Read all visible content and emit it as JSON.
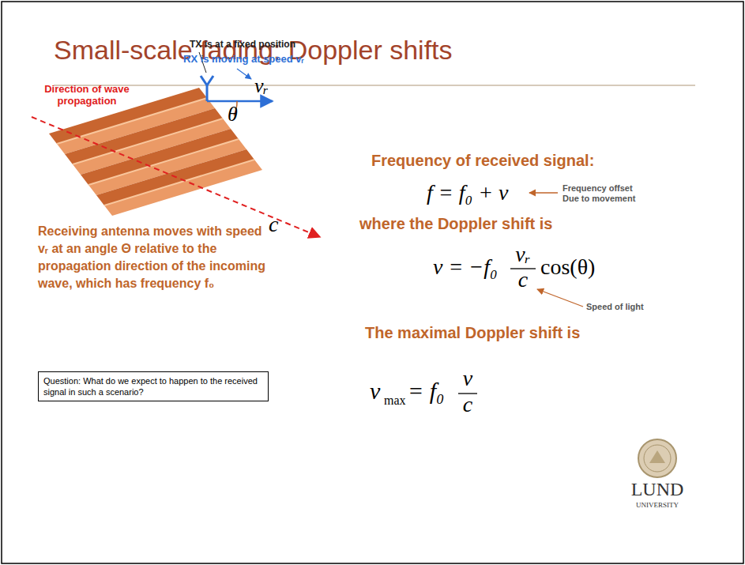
{
  "diagram": {
    "title": "Small-scale fading: Doppler shifts",
    "nodes": [
      {
        "text": [
          "Question: What do we expect to happen to the received signal in such a scenario?"
        ]
      }
    ],
    "labels": [
      "Direction of wave propagation",
      "TX is at a fixed position",
      "RX is moving at speed vᵣ",
      "vᵣ",
      "θ",
      "c",
      "Receiving antenna moves with speed vᵣ at an angle Θ relative to the propagation direction of the incoming wave, which has frequency f₀",
      "Frequency of received signal:",
      "f = f₀ + ν",
      "Frequency offset Due to movement",
      "where the Doppler shift is",
      "ν = −f₀",
      "vᵣ",
      "c",
      "cos(θ)",
      "Speed of light",
      "The maximal Doppler shift is",
      "ν",
      "max",
      "= f₀",
      "v",
      "c",
      "LUND",
      "UNIVERSITY"
    ]
  }
}
